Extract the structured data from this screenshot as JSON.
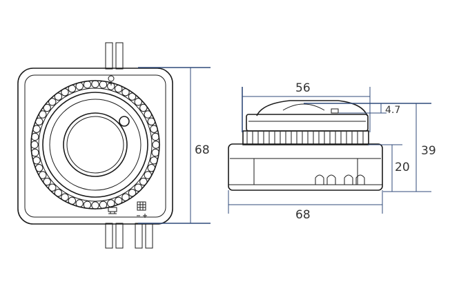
{
  "dimensions": {
    "front_height": "68",
    "top_width": "56",
    "clearance": "4.7",
    "total_height": "39",
    "body_height": "20",
    "base_width": "68"
  },
  "colors": {
    "outline": "#1a1a1a",
    "dimension_line": "#2f4a7a",
    "text": "#333333"
  },
  "icons": {
    "top_symbol": "pin-terminal-icon",
    "bottom_left_symbol": "connector-icon",
    "bottom_right_symbol": "grid-icon"
  }
}
